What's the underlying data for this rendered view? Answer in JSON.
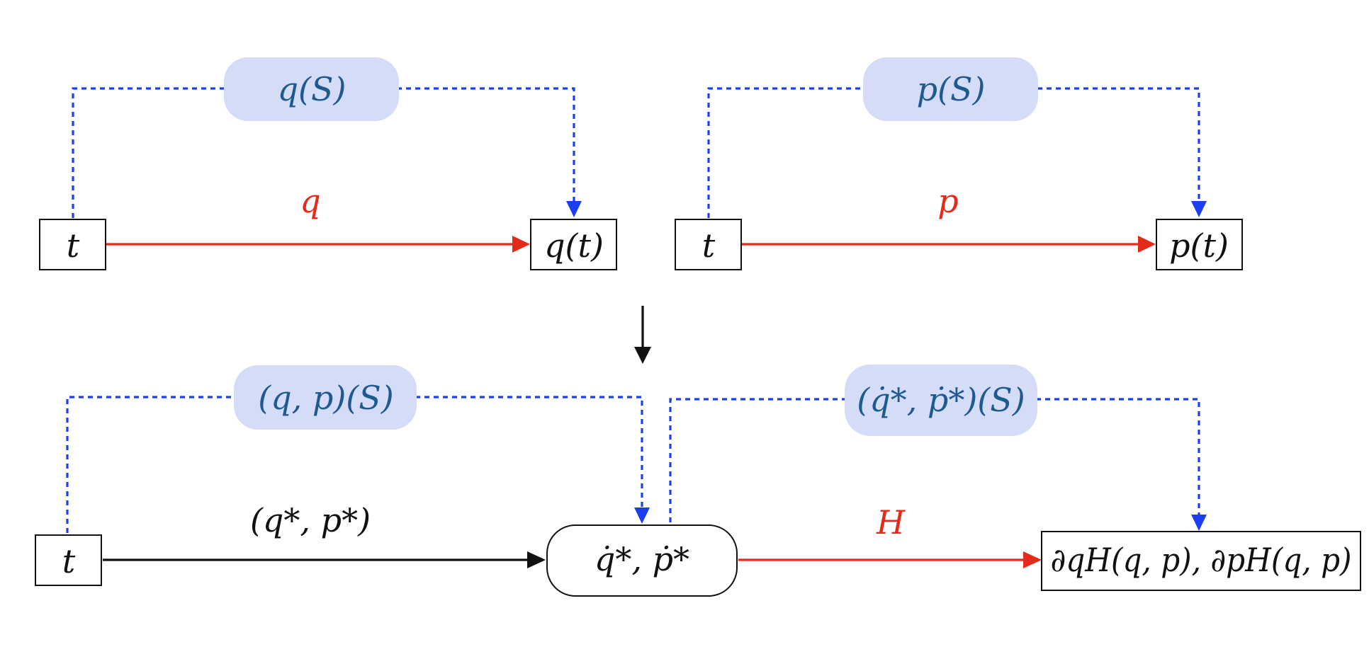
{
  "top_left": {
    "sheaf_label": "q(S)",
    "source_label": "t",
    "target_label": "q(t)",
    "map_label": "q"
  },
  "top_right": {
    "sheaf_label": "p(S)",
    "source_label": "t",
    "target_label": "p(t)",
    "map_label": "p"
  },
  "bottom": {
    "left_sheaf_label": "(q, p)(S)",
    "right_sheaf_label": "(q̇*, ṗ*)(S)",
    "source_label": "t",
    "middle_label": "q̇*, ṗ*",
    "target_label": "∂qH(q, p), ∂pH(q, p)",
    "left_map_label": "(q*, p*)",
    "right_map_label": "H"
  },
  "colors": {
    "pill_fill": "#d4dcf7",
    "pill_text": "#1f5a8f",
    "dashed_arrow": "#1b3ff0",
    "red_arrow": "#e42a1a",
    "black": "#111111"
  }
}
